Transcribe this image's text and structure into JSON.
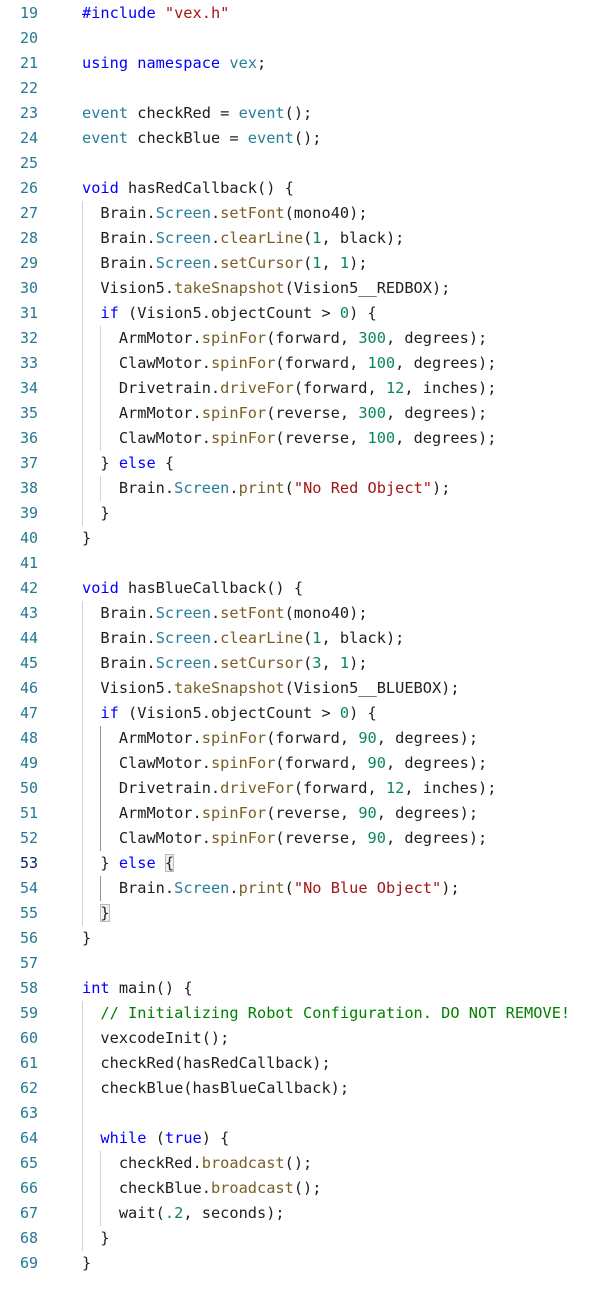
{
  "editor": {
    "active_line": 53,
    "colors": {
      "background": "#ffffff",
      "line_number": "#237893",
      "line_number_active": "#0b216f",
      "plain": "#1e1e1e",
      "keyword": "#0000ff",
      "type": "#267f99",
      "function": "#795e26",
      "string": "#a31515",
      "number": "#098658",
      "comment": "#008000",
      "bracket_match_border": "#b9b9b9",
      "indent_guide": "#d3d3d3",
      "indent_guide_active": "#939393"
    },
    "lines": [
      {
        "num": "19",
        "tokens": [
          {
            "t": "#include ",
            "c": "keyword"
          },
          {
            "t": "\"vex.h\"",
            "c": "string"
          }
        ]
      },
      {
        "num": "20",
        "tokens": []
      },
      {
        "num": "21",
        "tokens": [
          {
            "t": "using namespace ",
            "c": "keyword"
          },
          {
            "t": "vex",
            "c": "type"
          },
          {
            "t": ";",
            "c": "plain"
          }
        ]
      },
      {
        "num": "22",
        "tokens": []
      },
      {
        "num": "23",
        "tokens": [
          {
            "t": "event",
            "c": "type"
          },
          {
            "t": " checkRed = ",
            "c": "plain"
          },
          {
            "t": "event",
            "c": "type"
          },
          {
            "t": "();",
            "c": "plain"
          }
        ]
      },
      {
        "num": "24",
        "tokens": [
          {
            "t": "event",
            "c": "type"
          },
          {
            "t": " checkBlue = ",
            "c": "plain"
          },
          {
            "t": "event",
            "c": "type"
          },
          {
            "t": "();",
            "c": "plain"
          }
        ]
      },
      {
        "num": "25",
        "tokens": []
      },
      {
        "num": "26",
        "tokens": [
          {
            "t": "void",
            "c": "keyword"
          },
          {
            "t": " hasRedCallback() {",
            "c": "plain"
          }
        ]
      },
      {
        "num": "27",
        "tokens": [
          {
            "t": "  Brain.",
            "c": "plain"
          },
          {
            "t": "Screen",
            "c": "type"
          },
          {
            "t": ".",
            "c": "plain"
          },
          {
            "t": "setFont",
            "c": "function"
          },
          {
            "t": "(mono40);",
            "c": "plain"
          }
        ]
      },
      {
        "num": "28",
        "tokens": [
          {
            "t": "  Brain.",
            "c": "plain"
          },
          {
            "t": "Screen",
            "c": "type"
          },
          {
            "t": ".",
            "c": "plain"
          },
          {
            "t": "clearLine",
            "c": "function"
          },
          {
            "t": "(",
            "c": "plain"
          },
          {
            "t": "1",
            "c": "number"
          },
          {
            "t": ", black);",
            "c": "plain"
          }
        ]
      },
      {
        "num": "29",
        "tokens": [
          {
            "t": "  Brain.",
            "c": "plain"
          },
          {
            "t": "Screen",
            "c": "type"
          },
          {
            "t": ".",
            "c": "plain"
          },
          {
            "t": "setCursor",
            "c": "function"
          },
          {
            "t": "(",
            "c": "plain"
          },
          {
            "t": "1",
            "c": "number"
          },
          {
            "t": ", ",
            "c": "plain"
          },
          {
            "t": "1",
            "c": "number"
          },
          {
            "t": ");",
            "c": "plain"
          }
        ]
      },
      {
        "num": "30",
        "tokens": [
          {
            "t": "  Vision5.",
            "c": "plain"
          },
          {
            "t": "takeSnapshot",
            "c": "function"
          },
          {
            "t": "(Vision5__REDBOX);",
            "c": "plain"
          }
        ]
      },
      {
        "num": "31",
        "tokens": [
          {
            "t": "  ",
            "c": "plain"
          },
          {
            "t": "if",
            "c": "keyword"
          },
          {
            "t": " (Vision5.objectCount > ",
            "c": "plain"
          },
          {
            "t": "0",
            "c": "number"
          },
          {
            "t": ") {",
            "c": "plain"
          }
        ]
      },
      {
        "num": "32",
        "tokens": [
          {
            "t": "    ArmMotor.",
            "c": "plain"
          },
          {
            "t": "spinFor",
            "c": "function"
          },
          {
            "t": "(forward, ",
            "c": "plain"
          },
          {
            "t": "300",
            "c": "number"
          },
          {
            "t": ", degrees);",
            "c": "plain"
          }
        ]
      },
      {
        "num": "33",
        "tokens": [
          {
            "t": "    ClawMotor.",
            "c": "plain"
          },
          {
            "t": "spinFor",
            "c": "function"
          },
          {
            "t": "(forward, ",
            "c": "plain"
          },
          {
            "t": "100",
            "c": "number"
          },
          {
            "t": ", degrees);",
            "c": "plain"
          }
        ]
      },
      {
        "num": "34",
        "tokens": [
          {
            "t": "    Drivetrain.",
            "c": "plain"
          },
          {
            "t": "driveFor",
            "c": "function"
          },
          {
            "t": "(forward, ",
            "c": "plain"
          },
          {
            "t": "12",
            "c": "number"
          },
          {
            "t": ", inches);",
            "c": "plain"
          }
        ]
      },
      {
        "num": "35",
        "tokens": [
          {
            "t": "    ArmMotor.",
            "c": "plain"
          },
          {
            "t": "spinFor",
            "c": "function"
          },
          {
            "t": "(reverse, ",
            "c": "plain"
          },
          {
            "t": "300",
            "c": "number"
          },
          {
            "t": ", degrees);",
            "c": "plain"
          }
        ]
      },
      {
        "num": "36",
        "tokens": [
          {
            "t": "    ClawMotor.",
            "c": "plain"
          },
          {
            "t": "spinFor",
            "c": "function"
          },
          {
            "t": "(reverse, ",
            "c": "plain"
          },
          {
            "t": "100",
            "c": "number"
          },
          {
            "t": ", degrees);",
            "c": "plain"
          }
        ]
      },
      {
        "num": "37",
        "tokens": [
          {
            "t": "  } ",
            "c": "plain"
          },
          {
            "t": "else",
            "c": "keyword"
          },
          {
            "t": " {",
            "c": "plain"
          }
        ]
      },
      {
        "num": "38",
        "tokens": [
          {
            "t": "    Brain.",
            "c": "plain"
          },
          {
            "t": "Screen",
            "c": "type"
          },
          {
            "t": ".",
            "c": "plain"
          },
          {
            "t": "print",
            "c": "function"
          },
          {
            "t": "(",
            "c": "plain"
          },
          {
            "t": "\"No Red Object\"",
            "c": "string"
          },
          {
            "t": ");",
            "c": "plain"
          }
        ]
      },
      {
        "num": "39",
        "tokens": [
          {
            "t": "  }",
            "c": "plain"
          }
        ]
      },
      {
        "num": "40",
        "tokens": [
          {
            "t": "}",
            "c": "plain"
          }
        ]
      },
      {
        "num": "41",
        "tokens": []
      },
      {
        "num": "42",
        "tokens": [
          {
            "t": "void",
            "c": "keyword"
          },
          {
            "t": " hasBlueCallback() {",
            "c": "plain"
          }
        ]
      },
      {
        "num": "43",
        "tokens": [
          {
            "t": "  Brain.",
            "c": "plain"
          },
          {
            "t": "Screen",
            "c": "type"
          },
          {
            "t": ".",
            "c": "plain"
          },
          {
            "t": "setFont",
            "c": "function"
          },
          {
            "t": "(mono40);",
            "c": "plain"
          }
        ]
      },
      {
        "num": "44",
        "tokens": [
          {
            "t": "  Brain.",
            "c": "plain"
          },
          {
            "t": "Screen",
            "c": "type"
          },
          {
            "t": ".",
            "c": "plain"
          },
          {
            "t": "clearLine",
            "c": "function"
          },
          {
            "t": "(",
            "c": "plain"
          },
          {
            "t": "1",
            "c": "number"
          },
          {
            "t": ", black);",
            "c": "plain"
          }
        ]
      },
      {
        "num": "45",
        "tokens": [
          {
            "t": "  Brain.",
            "c": "plain"
          },
          {
            "t": "Screen",
            "c": "type"
          },
          {
            "t": ".",
            "c": "plain"
          },
          {
            "t": "setCursor",
            "c": "function"
          },
          {
            "t": "(",
            "c": "plain"
          },
          {
            "t": "3",
            "c": "number"
          },
          {
            "t": ", ",
            "c": "plain"
          },
          {
            "t": "1",
            "c": "number"
          },
          {
            "t": ");",
            "c": "plain"
          }
        ]
      },
      {
        "num": "46",
        "tokens": [
          {
            "t": "  Vision5.",
            "c": "plain"
          },
          {
            "t": "takeSnapshot",
            "c": "function"
          },
          {
            "t": "(Vision5__BLUEBOX);",
            "c": "plain"
          }
        ]
      },
      {
        "num": "47",
        "tokens": [
          {
            "t": "  ",
            "c": "plain"
          },
          {
            "t": "if",
            "c": "keyword"
          },
          {
            "t": " (Vision5.objectCount > ",
            "c": "plain"
          },
          {
            "t": "0",
            "c": "number"
          },
          {
            "t": ") {",
            "c": "plain"
          }
        ]
      },
      {
        "num": "48",
        "tokens": [
          {
            "t": "    ArmMotor.",
            "c": "plain"
          },
          {
            "t": "spinFor",
            "c": "function"
          },
          {
            "t": "(forward, ",
            "c": "plain"
          },
          {
            "t": "90",
            "c": "number"
          },
          {
            "t": ", degrees);",
            "c": "plain"
          }
        ]
      },
      {
        "num": "49",
        "tokens": [
          {
            "t": "    ClawMotor.",
            "c": "plain"
          },
          {
            "t": "spinFor",
            "c": "function"
          },
          {
            "t": "(forward, ",
            "c": "plain"
          },
          {
            "t": "90",
            "c": "number"
          },
          {
            "t": ", degrees);",
            "c": "plain"
          }
        ]
      },
      {
        "num": "50",
        "tokens": [
          {
            "t": "    Drivetrain.",
            "c": "plain"
          },
          {
            "t": "driveFor",
            "c": "function"
          },
          {
            "t": "(forward, ",
            "c": "plain"
          },
          {
            "t": "12",
            "c": "number"
          },
          {
            "t": ", inches);",
            "c": "plain"
          }
        ]
      },
      {
        "num": "51",
        "tokens": [
          {
            "t": "    ArmMotor.",
            "c": "plain"
          },
          {
            "t": "spinFor",
            "c": "function"
          },
          {
            "t": "(reverse, ",
            "c": "plain"
          },
          {
            "t": "90",
            "c": "number"
          },
          {
            "t": ", degrees);",
            "c": "plain"
          }
        ]
      },
      {
        "num": "52",
        "tokens": [
          {
            "t": "    ClawMotor.",
            "c": "plain"
          },
          {
            "t": "spinFor",
            "c": "function"
          },
          {
            "t": "(reverse, ",
            "c": "plain"
          },
          {
            "t": "90",
            "c": "number"
          },
          {
            "t": ", degrees);",
            "c": "plain"
          }
        ]
      },
      {
        "num": "53",
        "tokens": [
          {
            "t": "  } ",
            "c": "plain"
          },
          {
            "t": "else",
            "c": "keyword"
          },
          {
            "t": " ",
            "c": "plain"
          },
          {
            "t": "{",
            "c": "plain",
            "match": true
          }
        ]
      },
      {
        "num": "54",
        "tokens": [
          {
            "t": "    Brain.",
            "c": "plain"
          },
          {
            "t": "Screen",
            "c": "type"
          },
          {
            "t": ".",
            "c": "plain"
          },
          {
            "t": "print",
            "c": "function"
          },
          {
            "t": "(",
            "c": "plain"
          },
          {
            "t": "\"No Blue Object\"",
            "c": "string"
          },
          {
            "t": ");",
            "c": "plain"
          }
        ]
      },
      {
        "num": "55",
        "tokens": [
          {
            "t": "  ",
            "c": "plain"
          },
          {
            "t": "}",
            "c": "plain",
            "match": true
          }
        ]
      },
      {
        "num": "56",
        "tokens": [
          {
            "t": "}",
            "c": "plain"
          }
        ]
      },
      {
        "num": "57",
        "tokens": []
      },
      {
        "num": "58",
        "tokens": [
          {
            "t": "int",
            "c": "keyword"
          },
          {
            "t": " main() {",
            "c": "plain"
          }
        ]
      },
      {
        "num": "59",
        "tokens": [
          {
            "t": "  ",
            "c": "plain"
          },
          {
            "t": "// Initializing Robot Configuration. DO NOT REMOVE!",
            "c": "comment"
          }
        ]
      },
      {
        "num": "60",
        "tokens": [
          {
            "t": "  vexcodeInit();",
            "c": "plain"
          }
        ]
      },
      {
        "num": "61",
        "tokens": [
          {
            "t": "  checkRed(hasRedCallback);",
            "c": "plain"
          }
        ]
      },
      {
        "num": "62",
        "tokens": [
          {
            "t": "  checkBlue(hasBlueCallback);",
            "c": "plain"
          }
        ]
      },
      {
        "num": "63",
        "tokens": []
      },
      {
        "num": "64",
        "tokens": [
          {
            "t": "  ",
            "c": "plain"
          },
          {
            "t": "while",
            "c": "keyword"
          },
          {
            "t": " (",
            "c": "plain"
          },
          {
            "t": "true",
            "c": "keyword"
          },
          {
            "t": ") {",
            "c": "plain"
          }
        ]
      },
      {
        "num": "65",
        "tokens": [
          {
            "t": "    checkRed.",
            "c": "plain"
          },
          {
            "t": "broadcast",
            "c": "function"
          },
          {
            "t": "();",
            "c": "plain"
          }
        ]
      },
      {
        "num": "66",
        "tokens": [
          {
            "t": "    checkBlue.",
            "c": "plain"
          },
          {
            "t": "broadcast",
            "c": "function"
          },
          {
            "t": "();",
            "c": "plain"
          }
        ]
      },
      {
        "num": "67",
        "tokens": [
          {
            "t": "    wait(",
            "c": "plain"
          },
          {
            "t": ".2",
            "c": "number"
          },
          {
            "t": ", seconds);",
            "c": "plain"
          }
        ]
      },
      {
        "num": "68",
        "tokens": [
          {
            "t": "  }",
            "c": "plain"
          }
        ]
      },
      {
        "num": "69",
        "tokens": [
          {
            "t": "}",
            "c": "plain"
          }
        ]
      }
    ]
  }
}
